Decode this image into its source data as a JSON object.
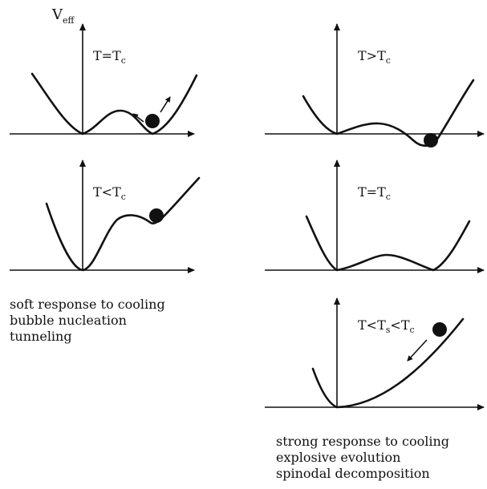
{
  "yaxis_label": {
    "main": "V",
    "sub": "eff"
  },
  "panels": {
    "tl": {
      "main": "T=T",
      "sub": "c"
    },
    "bl": {
      "main": "T<T",
      "sub": "c"
    },
    "tr": {
      "main": "T>T",
      "sub": "c"
    },
    "mr": {
      "main": "T=T",
      "sub": "c"
    },
    "br": {
      "main": "T<T",
      "sub1": "s",
      "mid": "<T",
      "sub2": "c"
    }
  },
  "captions": {
    "left": [
      "soft response to cooling",
      "bubble nucleation",
      "tunneling"
    ],
    "right": [
      "strong response to cooling",
      "explosive evolution",
      "spinodal decomposition"
    ]
  }
}
